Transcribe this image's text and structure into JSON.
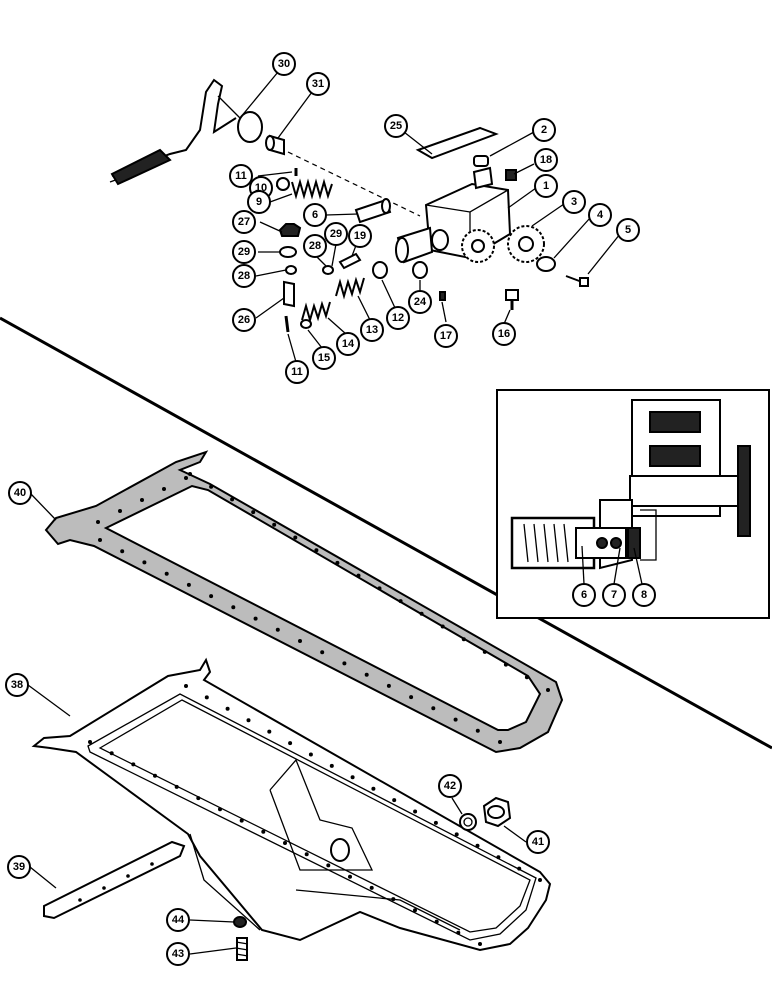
{
  "callouts": {
    "c1": "1",
    "c2": "2",
    "c3": "3",
    "c4": "4",
    "c5": "5",
    "c6a": "6",
    "c6b": "6",
    "c7": "7",
    "c8": "8",
    "c9": "9",
    "c10": "10",
    "c11a": "11",
    "c11b": "11",
    "c12": "12",
    "c13": "13",
    "c14": "14",
    "c15": "15",
    "c16": "16",
    "c17": "17",
    "c18": "18",
    "c19": "19",
    "c24": "24",
    "c25": "25",
    "c26": "26",
    "c27": "27",
    "c28a": "28",
    "c28b": "28",
    "c29a": "29",
    "c29b": "29",
    "c30": "30",
    "c31": "31",
    "c38": "38",
    "c39": "39",
    "c40": "40",
    "c41": "41",
    "c42": "42",
    "c43": "43",
    "c44": "44"
  },
  "colors": {
    "line": "#000000",
    "background": "#ffffff",
    "gasket": "#bcbcbc"
  }
}
